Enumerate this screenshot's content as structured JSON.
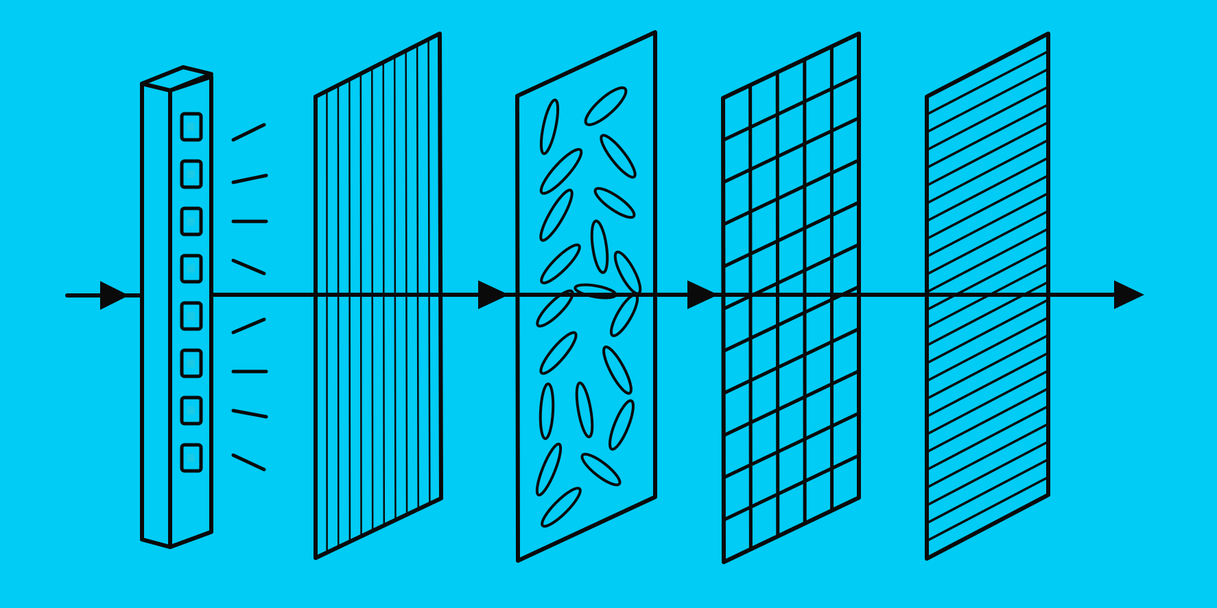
{
  "diagram": {
    "kind": "layered-panel-exploded-view",
    "text_labels": [],
    "background_color": "#00CCF5",
    "stroke_color": "#0A0A0A",
    "led_color": "#19C9E6",
    "flow_direction": "left-to-right",
    "components": [
      {
        "role": "light-source-strip",
        "icon": "led-strip-icon",
        "emitter_count": 8
      },
      {
        "role": "rear-polarizer",
        "icon": "vertical-lines-panel-icon",
        "pattern": "vertical-lines"
      },
      {
        "role": "liquid-crystal-layer",
        "icon": "ellipses-panel-icon",
        "pattern": "rotated-ellipses"
      },
      {
        "role": "pixel-grid",
        "icon": "grid-panel-icon",
        "pattern": "grid"
      },
      {
        "role": "front-polarizer",
        "icon": "horizontal-lines-panel-icon",
        "pattern": "diagonal-lines"
      }
    ],
    "arrow_count": 4,
    "light_ray_count": 8
  }
}
